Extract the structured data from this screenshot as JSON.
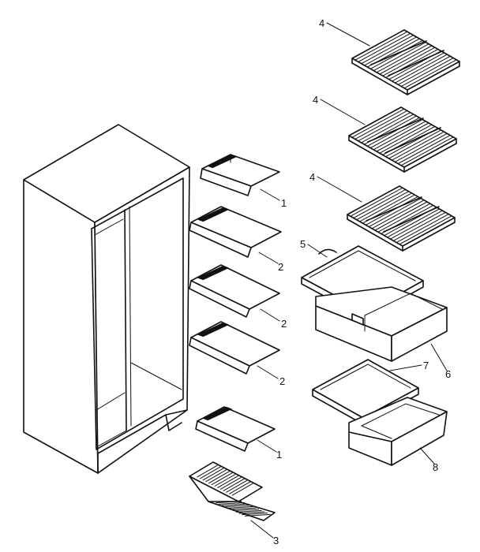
{
  "callouts": {
    "shelf_top_1": "4",
    "shelf_mid_1": "4",
    "shelf_low_1": "4",
    "cover_5": "5",
    "drawer_6": "6",
    "cover_7": "7",
    "drawer_8": "8",
    "door_shelf_a": "1",
    "door_shelf_b": "2",
    "door_shelf_c": "2",
    "door_shelf_d": "2",
    "door_shelf_e": "1",
    "bin_3": "3"
  }
}
